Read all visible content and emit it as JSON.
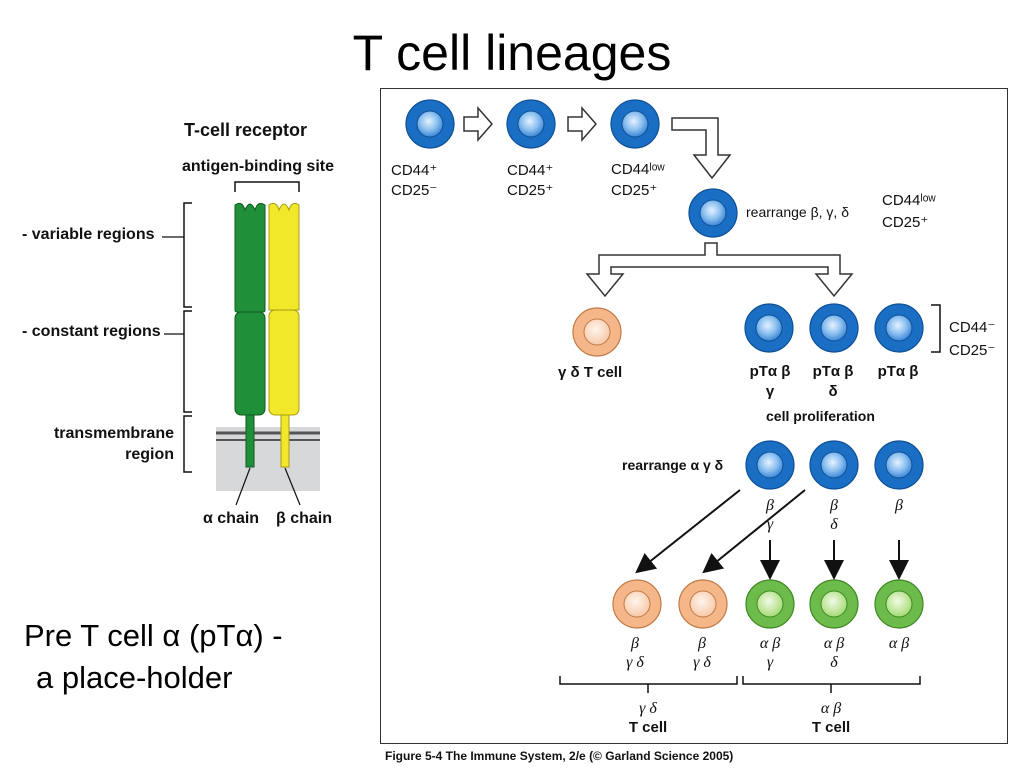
{
  "title": "T cell lineages",
  "note": {
    "line1": "Pre T cell α (pTα) -",
    "line2": "a place-holder"
  },
  "caption": "Figure 5-4  The Immune System, 2/e (© Garland Science 2005)",
  "receptor": {
    "heading": "T-cell receptor",
    "antigen_site": "antigen-binding site",
    "variable": "- variable regions",
    "constant": "- constant regions",
    "transmembrane_1": "transmembrane",
    "transmembrane_2": "region",
    "alpha_chain": "α chain",
    "beta_chain": "β chain"
  },
  "colors": {
    "blue": "#1a6fc4",
    "orange": "#f5b78a",
    "green": "#6dbb4a",
    "alpha_chain": "#1f8f3a",
    "beta_chain": "#f2e82a"
  },
  "lineage": {
    "cd44p_cd25m_1": "CD44⁺",
    "cd44p_cd25m_2": "CD25⁻",
    "cd44p_cd25p_1": "CD44⁺",
    "cd44p_cd25p_2": "CD25⁺",
    "cd44low_1": "CD44ˡᵒʷ",
    "cd44low_2": "CD25⁺",
    "rearrange_bgd": "rearrange β, γ, δ",
    "cd44low_b_1": "CD44ˡᵒʷ",
    "cd44low_b_2": "CD25⁺",
    "gd_tcell": "γ δ T cell",
    "pta_b_g_1": "pTα β",
    "pta_b_g_2": "γ",
    "pta_b_d_1": "pTα β",
    "pta_b_d_2": "δ",
    "pta_b": "pTα β",
    "cd44m": "CD44⁻",
    "cd25m": "CD25⁻",
    "cell_prolif": "cell proliferation",
    "rearrange_agd": "rearrange α γ δ",
    "mid1_1": "β",
    "mid1_2": "γ",
    "mid2_1": "β",
    "mid2_2": "δ",
    "mid3": "β",
    "f1_1": "β",
    "f1_2": "γ  δ",
    "f2_1": "β",
    "f2_2": "γ  δ",
    "f3_1": "α β",
    "f3_2": "γ",
    "f4_1": "α β",
    "f4_2": "δ",
    "f5": "α β",
    "gd_bottom_1": "γ  δ",
    "gd_bottom_2": "T cell",
    "ab_bottom_1": "α β",
    "ab_bottom_2": "T cell"
  }
}
